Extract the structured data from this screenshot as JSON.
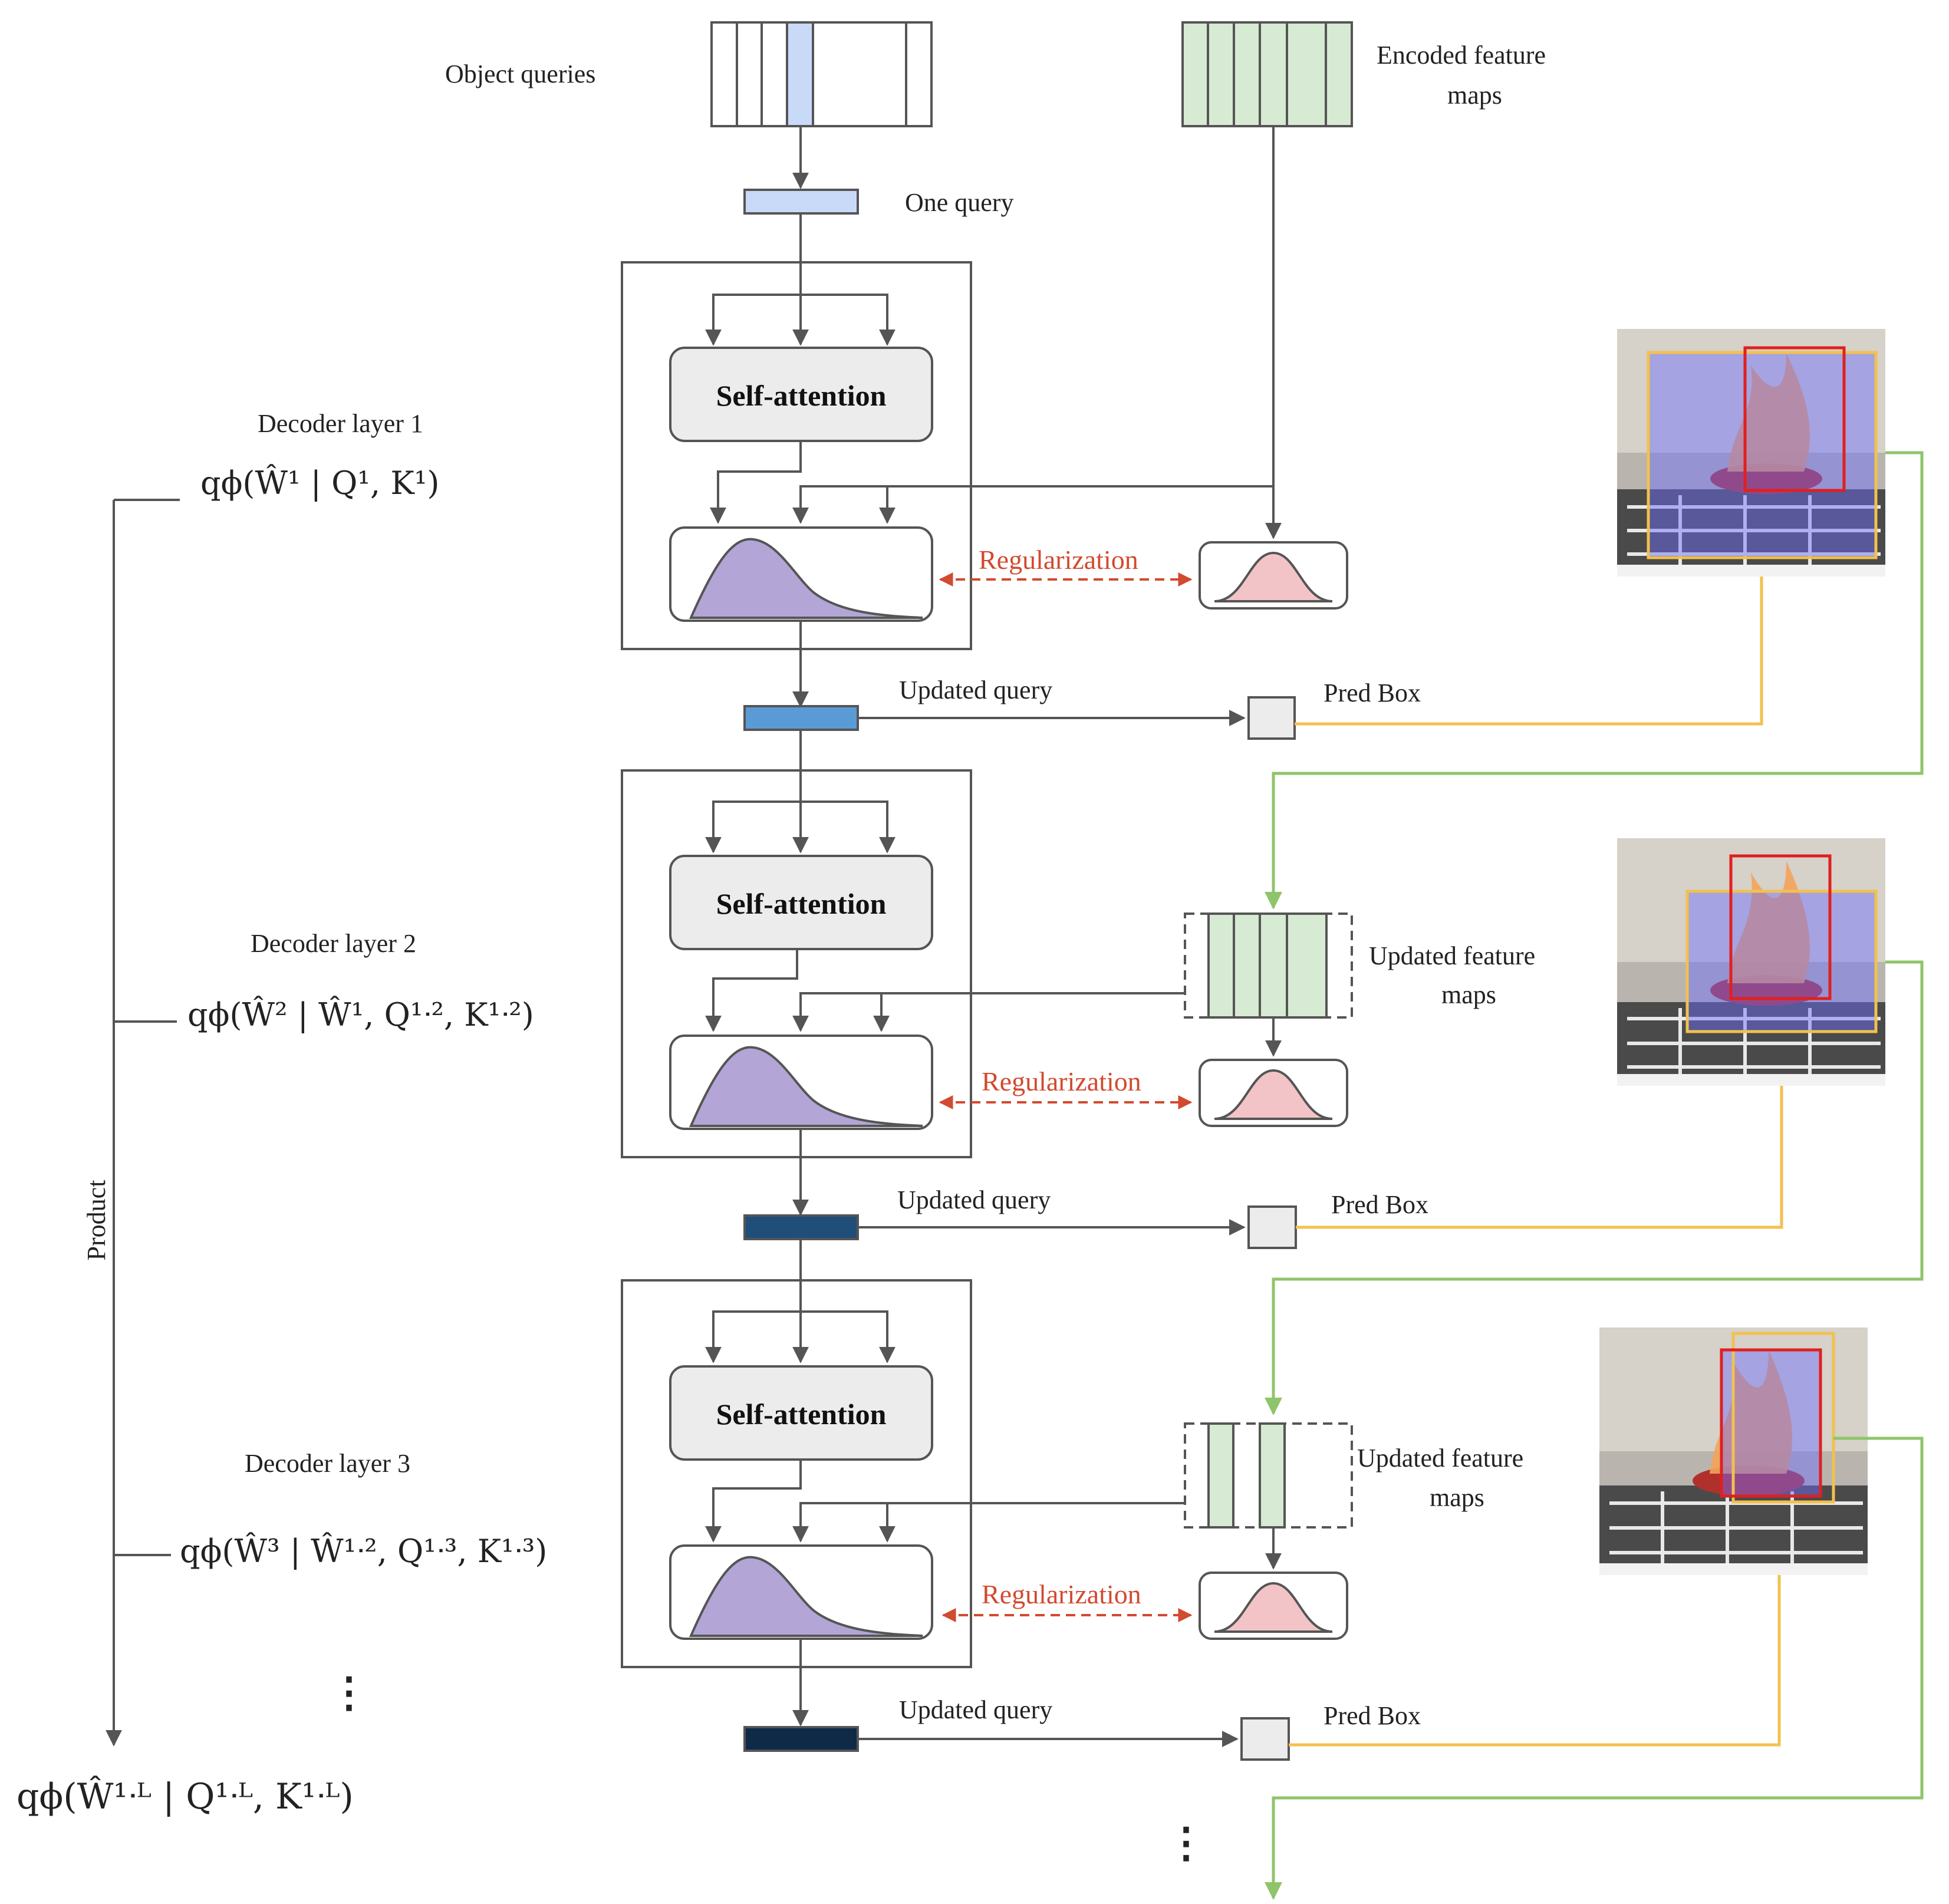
{
  "labels": {
    "object_queries": "Object queries",
    "encoded_maps_l1": "Encoded feature",
    "encoded_maps_l2": "maps",
    "one_query": "One query",
    "self_attention": "Self-attention",
    "regularization": "Regularization",
    "updated_query": "Updated query",
    "pred_box": "Pred Box",
    "updated_maps_l1": "Updated feature",
    "updated_maps_l2": "maps",
    "product": "Product",
    "vdots": "⋮"
  },
  "layers": [
    {
      "title": "Decoder layer 1",
      "formula": "qϕ(Ŵ¹ | Q¹, K¹)",
      "query_color": "#5b9bd5"
    },
    {
      "title": "Decoder layer 2",
      "formula": "qϕ(Ŵ² | Ŵ¹, Q¹ᐧ², K¹ᐧ²)",
      "query_color": "#1f4e79"
    },
    {
      "title": "Decoder layer 3",
      "formula": "qϕ(Ŵ³ | Ŵ¹ᐧ², Q¹ᐧ³, K¹ᐧ³)",
      "query_color": "#0e2a47"
    }
  ],
  "final_formula": "qϕ(Ŵ¹ᐧᴸ | Q¹ᐧᴸ, K¹ᐧᴸ)",
  "colors": {
    "line": "#555555",
    "purple_fill": "#b3a6d6",
    "pink_fill": "#f3c4c7",
    "green_fill": "#d7ead3",
    "query_light": "#c9daf8",
    "box_fill": "#ececec",
    "reg_red": "#d24a2f",
    "yellow": "#f2c14e",
    "green_arrow": "#8fc46a",
    "pred_box_red": "#e02020",
    "pred_box_yellow": "#f2c14e",
    "overlay_blue": "#6b6bff"
  }
}
